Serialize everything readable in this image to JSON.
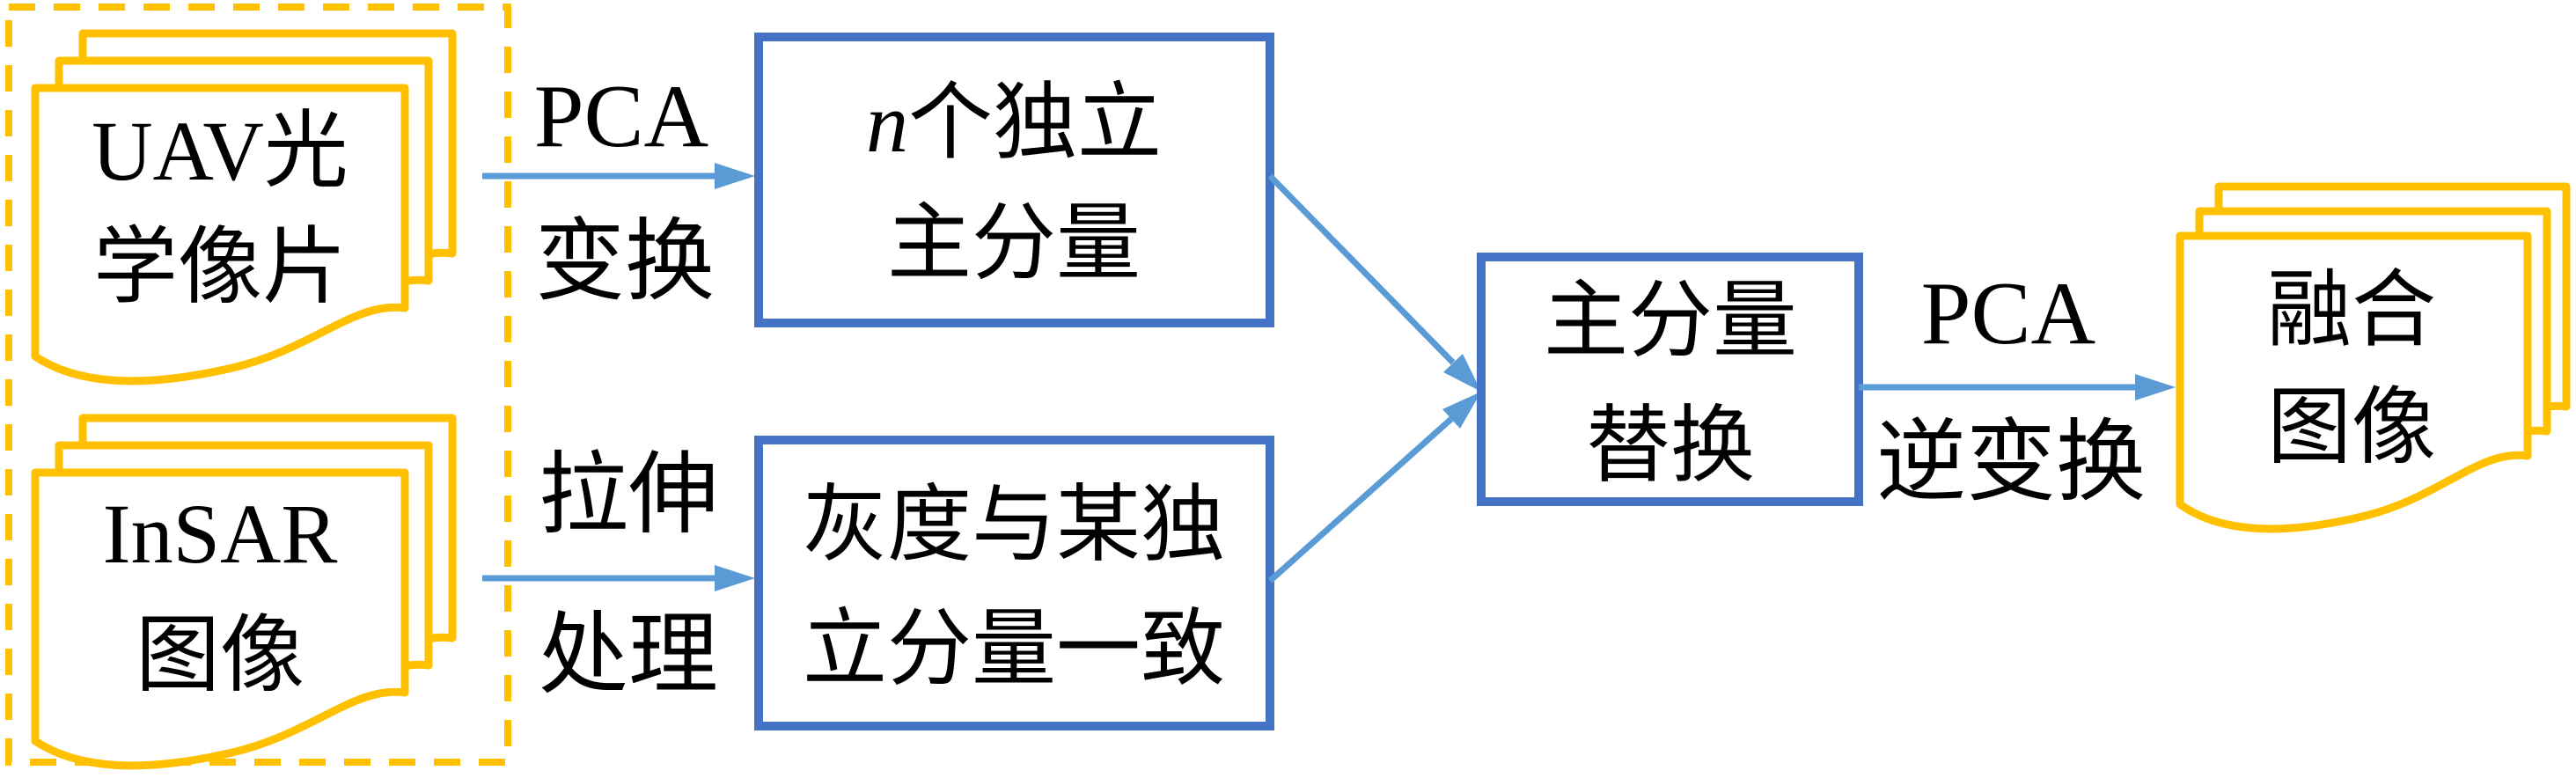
{
  "figure": {
    "description": "PCA image fusion flow diagram",
    "background": "#ffffff"
  },
  "colors": {
    "document_outline": "#FFC000",
    "process_box_border": "#4472C4",
    "arrow": "#5B9BD5",
    "text": "#000000"
  },
  "nodes": {
    "uav_images": {
      "line1": "UAV光",
      "line2": "学像片"
    },
    "insar_images": {
      "line1": "InSAR",
      "line2": "图像"
    },
    "principal_components": {
      "line1_italic": "n",
      "line1_rest": "个独立",
      "line2": "主分量"
    },
    "gray_stretch_result": {
      "line1": "灰度与某独",
      "line2": "立分量一致"
    },
    "component_substitution": {
      "line1": "主分量",
      "line2": "替换"
    },
    "fused_image": {
      "line1": "融合",
      "line2": "图像"
    }
  },
  "edge_labels": {
    "pca_transform": {
      "line1": "PCA",
      "line2": "变换"
    },
    "stretch_processing": {
      "line1": "拉伸",
      "line2": "处理"
    },
    "pca_inverse_transform": {
      "line1": "PCA",
      "line2": "逆变换"
    }
  },
  "edges": [
    {
      "from": "uav_images",
      "to": "principal_components",
      "label": "PCA变换"
    },
    {
      "from": "insar_images",
      "to": "gray_stretch_result",
      "label": "拉伸处理"
    },
    {
      "from": "principal_components",
      "to": "component_substitution",
      "label": ""
    },
    {
      "from": "gray_stretch_result",
      "to": "component_substitution",
      "label": ""
    },
    {
      "from": "component_substitution",
      "to": "fused_image",
      "label": "PCA逆变换"
    }
  ]
}
